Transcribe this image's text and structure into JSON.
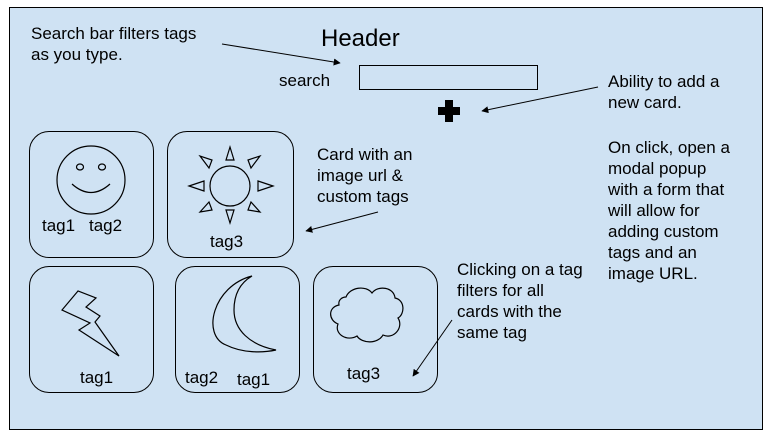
{
  "header": {
    "title": "Header"
  },
  "search": {
    "label": "search",
    "value": ""
  },
  "notes": {
    "search_filters_line1": "Search bar filters tags",
    "search_filters_line2": "as you type.",
    "add_card_line1": "Ability to add a",
    "add_card_line2": "new card.",
    "modal_line1": "On click, open a",
    "modal_line2": "modal popup",
    "modal_line3": "with a form that",
    "modal_line4": "will allow for",
    "modal_line5": "adding custom",
    "modal_line6": "tags and an",
    "modal_line7": "image URL.",
    "card_desc_line1": "Card with an",
    "card_desc_line2": "image url &",
    "card_desc_line3": "custom tags",
    "tag_click_line1": "Clicking on a tag",
    "tag_click_line2": "filters for all",
    "tag_click_line3": "cards with the",
    "tag_click_line4": "same tag"
  },
  "cards": [
    {
      "icon": "smiley-face-icon",
      "tags": [
        "tag1",
        "tag2"
      ]
    },
    {
      "icon": "sun-icon",
      "tags": [
        "tag3"
      ]
    },
    {
      "icon": "lightning-bolt-icon",
      "tags": [
        "tag1"
      ]
    },
    {
      "icon": "crescent-moon-icon",
      "tags": [
        "tag2",
        "tag1"
      ]
    },
    {
      "icon": "cloud-icon",
      "tags": [
        "tag3"
      ]
    }
  ],
  "add_button": {
    "icon": "plus-icon"
  }
}
